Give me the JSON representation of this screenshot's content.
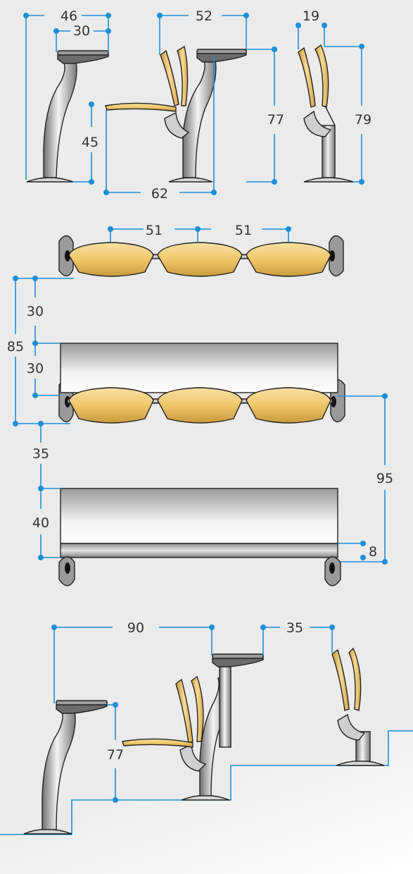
{
  "colors": {
    "background": "#ebebeb",
    "dimension": "#1a8fd8",
    "seat_wood": "#f0c76a",
    "metal": "#b8b8b8",
    "text": "#333333"
  },
  "side_view": {
    "desk_width": "46",
    "desk_top": "30",
    "seat_spacing": "52",
    "chair_depth": "19",
    "seat_height": "45",
    "desk_height": "77",
    "back_height": "79",
    "row_depth": "62"
  },
  "top_view": {
    "seat_width_1": "51",
    "seat_width_2": "51",
    "gap_a": "30",
    "total_depth": "85",
    "gap_b": "30",
    "gap_c": "35",
    "desk_depth": "40",
    "rail": "8",
    "overall": "95"
  },
  "tiered_view": {
    "row_spacing": "90",
    "back_spacing": "35",
    "desk_height": "77"
  }
}
